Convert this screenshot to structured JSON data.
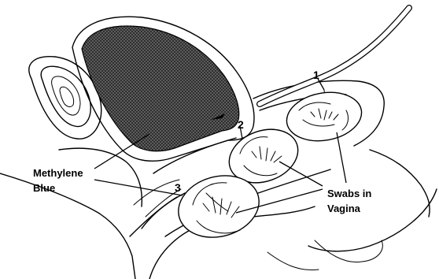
{
  "labels": {
    "methylene_line1": "Methylene",
    "methylene_line2": "Blue",
    "swabs_line1": "Swabs in",
    "swabs_line2": "Vagina",
    "marker_1": "1",
    "marker_2": "2",
    "marker_3": "3"
  }
}
